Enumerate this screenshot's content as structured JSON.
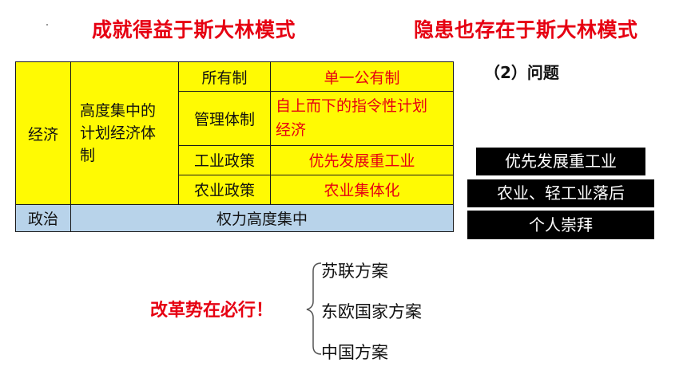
{
  "header": {
    "left_title": "成就得益于斯大林模式",
    "right_title": "隐患也存在于斯大林模式"
  },
  "table": {
    "economy_label": "经济",
    "planned_economy_label": "高度集中的计划经济体制",
    "rows": [
      {
        "aspect": "所有制",
        "value": "单一公有制"
      },
      {
        "aspect": "管理体制",
        "value": "自上而下的指令性计划经济"
      },
      {
        "aspect": "工业政策",
        "value": "优先发展重工业"
      },
      {
        "aspect": "农业政策",
        "value": "农业集体化"
      }
    ],
    "politics_label": "政治",
    "politics_value": "权力高度集中"
  },
  "issues": {
    "label": "（2）问题",
    "items": [
      "优先发展重工业",
      "农业、轻工业落后",
      "个人崇拜"
    ]
  },
  "reform": {
    "label": "改革势在必行！",
    "options": [
      "苏联方案",
      "东欧国家方案",
      "中国方案"
    ]
  },
  "colors": {
    "accent_red": "#e60012",
    "table_yellow": "#fffa03",
    "table_blue": "#b8d3ea",
    "box_black": "#000000"
  }
}
